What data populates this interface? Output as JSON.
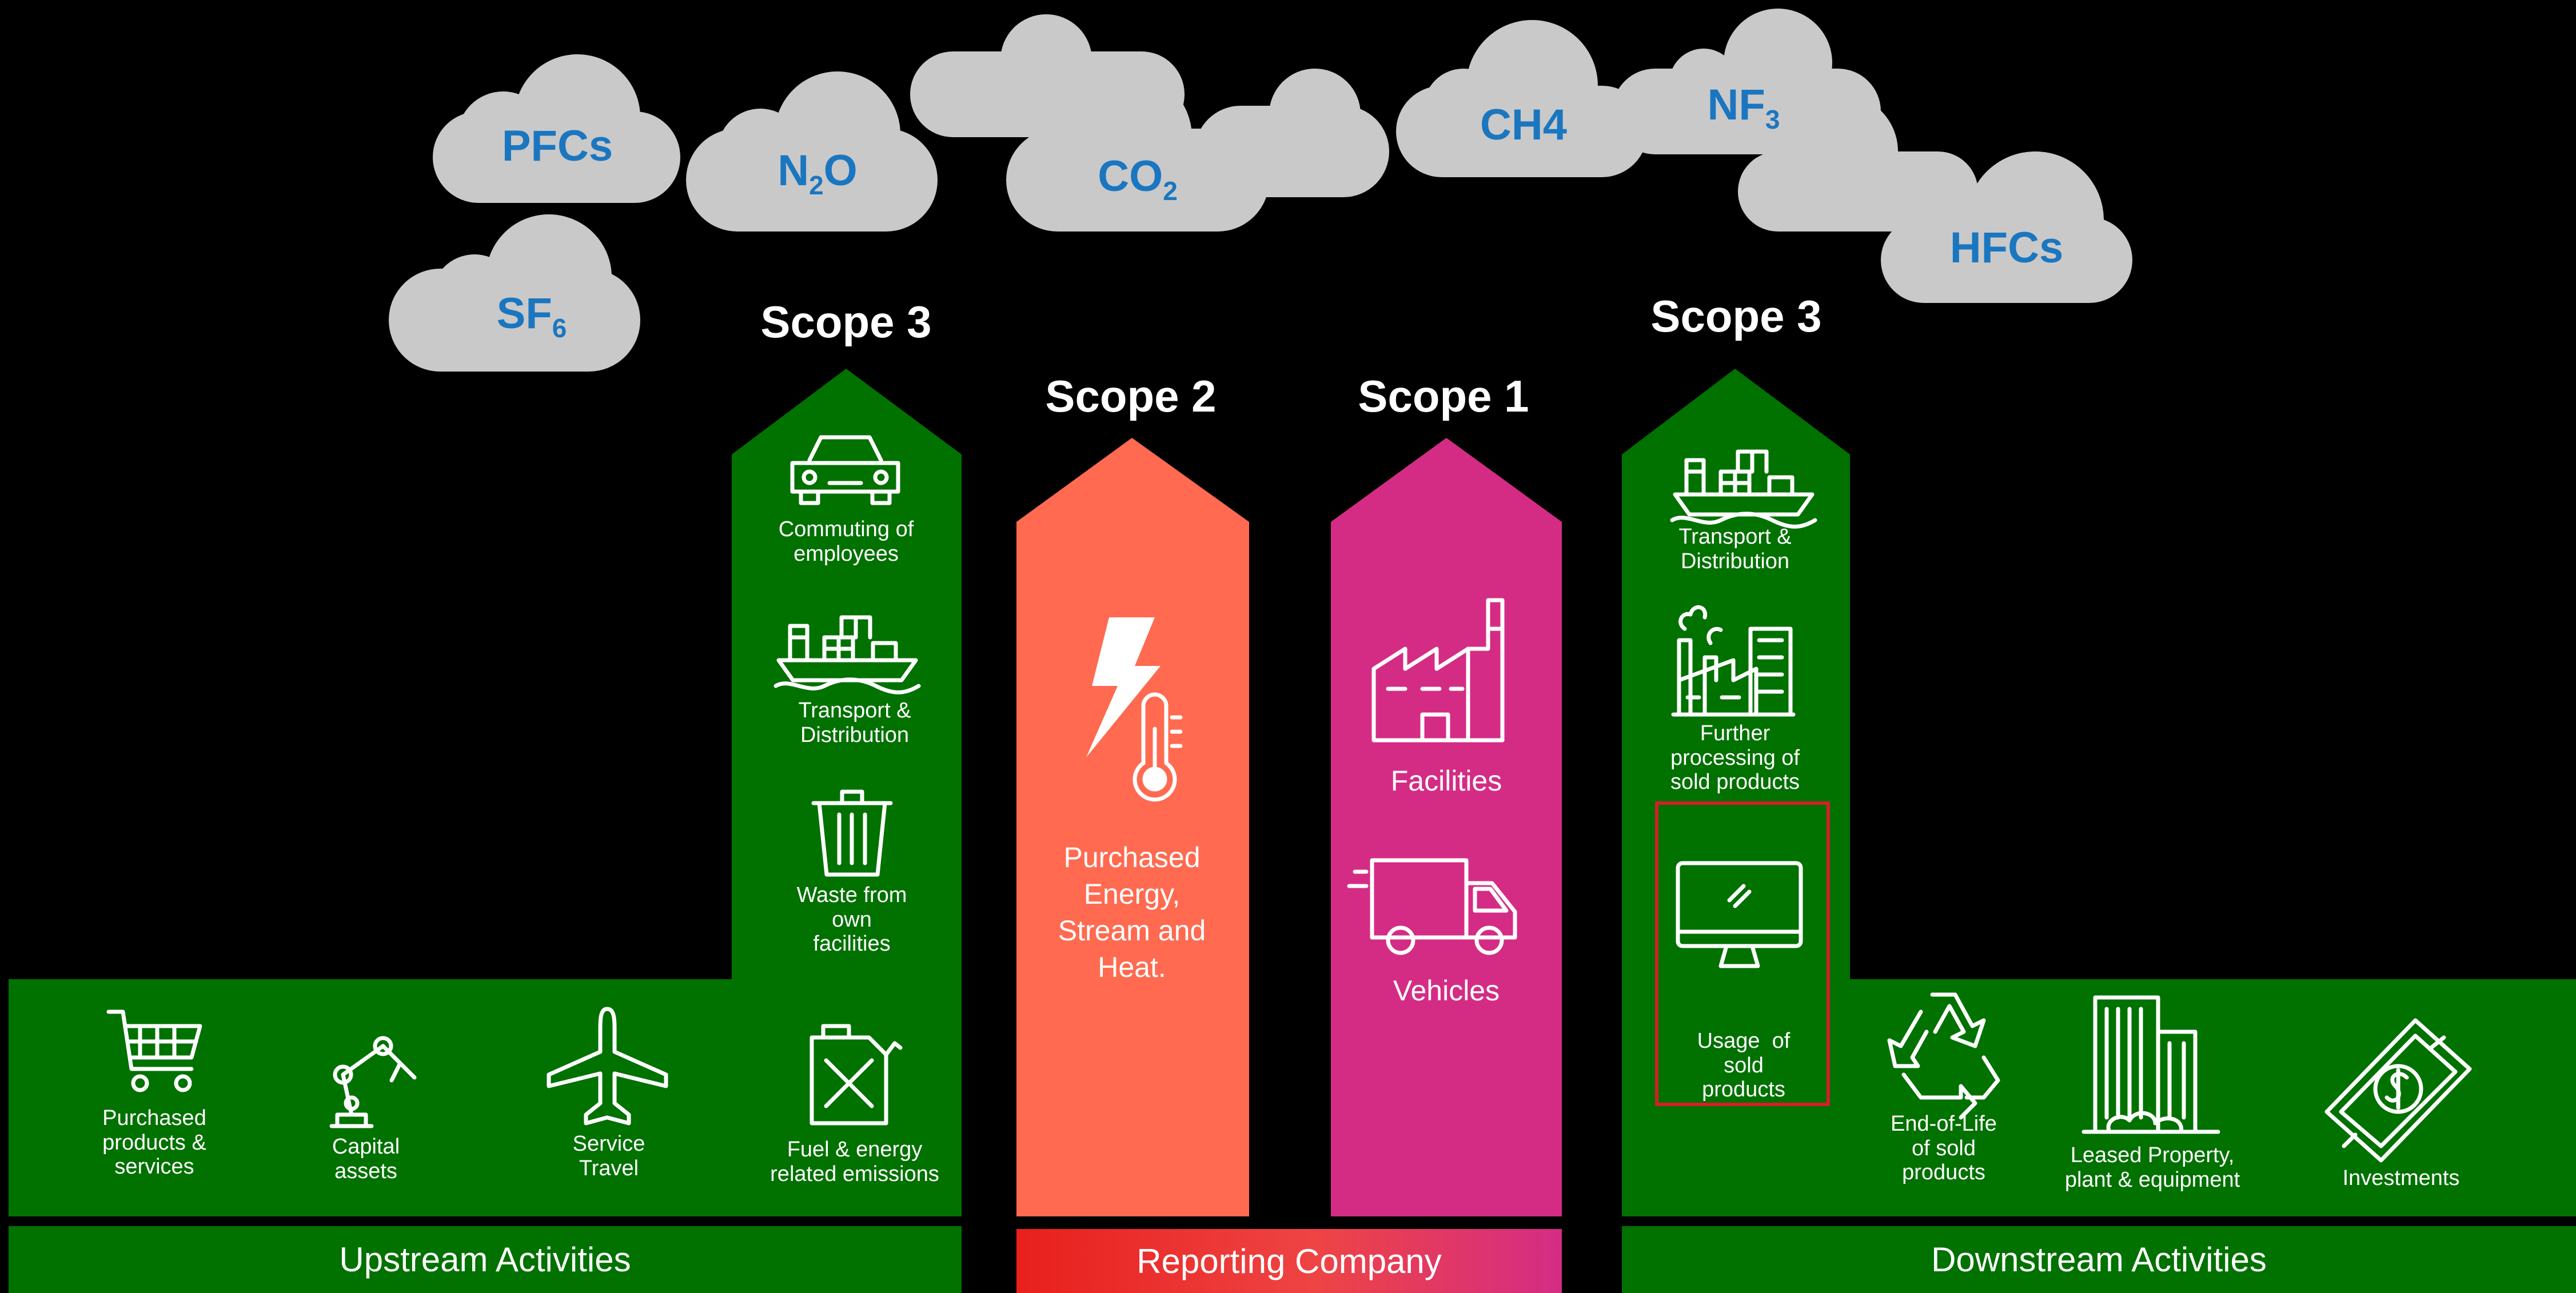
{
  "gases": {
    "pfcs": "PFCs",
    "n2o": {
      "base": "N",
      "sub": "2",
      "tail": "O"
    },
    "co2": {
      "base": "CO",
      "sub": "2"
    },
    "ch4": "CH4",
    "nf3": {
      "base": "NF",
      "sub": "3"
    },
    "hfcs": "HFCs",
    "sf6": {
      "base": "SF",
      "sub": "6"
    }
  },
  "scopes": {
    "upstream_scope3": "Scope 3",
    "scope2": "Scope 2",
    "scope1": "Scope 1",
    "downstream_scope3": "Scope 3"
  },
  "upstream_column": {
    "commuting": [
      "Commuting of",
      "employees"
    ],
    "transport": [
      "Transport &",
      "Distribution"
    ],
    "waste": [
      "Waste from",
      "own",
      "facilities"
    ]
  },
  "upstream_bar": {
    "purchased": [
      "Purchased",
      "products &",
      "services"
    ],
    "capital": [
      "Capital",
      "assets"
    ],
    "travel": [
      "Service",
      "Travel"
    ],
    "fuel": [
      "Fuel & energy",
      "related emissions"
    ]
  },
  "scope2_panel": [
    "Purchased",
    "Energy,",
    "Stream and",
    "Heat."
  ],
  "scope1_panel": {
    "facilities": "Facilities",
    "vehicles": "Vehicles"
  },
  "downstream_column": {
    "transport": [
      "Transport &",
      "Distribution"
    ],
    "processing": [
      "Further",
      "processing of",
      "sold products"
    ],
    "usage": [
      "Usage  of",
      "sold",
      "products"
    ]
  },
  "downstream_bar": {
    "eol": [
      "End-of-Life",
      "of sold",
      "products"
    ],
    "leased": [
      "Leased Property,",
      "plant & equipment"
    ],
    "investments": [
      "Investments"
    ]
  },
  "footer": {
    "upstream": "Upstream Activities",
    "reporting": "Reporting Company",
    "downstream": "Downstream Activities"
  },
  "colors": {
    "green": "#017100",
    "scope2": "#ff6a50",
    "scope1": "#d42c85",
    "cloud": "#c9c9c9",
    "gas_text": "#1b76c0",
    "highlight": "#d0202a"
  }
}
